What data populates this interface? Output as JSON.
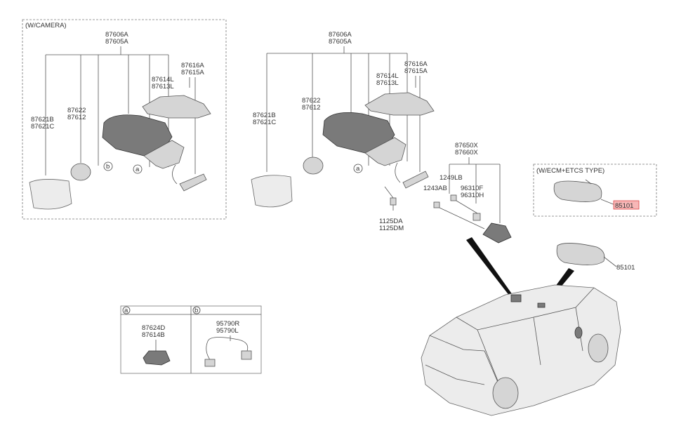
{
  "group_camera": {
    "title": "(W/CAMERA)"
  },
  "group_ecm": {
    "title": "(W/ECM+ETCS TYPE)"
  },
  "labels": {
    "mirror_assy_l1": "87606A",
    "mirror_assy_l2": "87605A",
    "cover_l1": "87616A",
    "cover_l2": "87615A",
    "lamp_l1": "87614L",
    "lamp_l2": "87613L",
    "actuator_l1": "87622",
    "actuator_l2": "87612",
    "glass_l1": "87621B",
    "glass_l2": "87621C",
    "housing_l1": "87650X",
    "housing_l2": "87660X",
    "bolt_a": "1249LB",
    "bolt_b": "1243AB",
    "bracket_l1": "96310F",
    "bracket_l2": "96310H",
    "screw_l1": "1125DA",
    "screw_l2": "1125DM",
    "inside_mirror": "85101",
    "inside_mirror_ecm": "85101",
    "detail_a_l1": "87624D",
    "detail_a_l2": "87614B",
    "detail_b_l1": "95790R",
    "detail_b_l2": "95790L",
    "callout_a": "a",
    "callout_b": "b"
  },
  "colors": {
    "highlight": "#f7b7b7"
  }
}
